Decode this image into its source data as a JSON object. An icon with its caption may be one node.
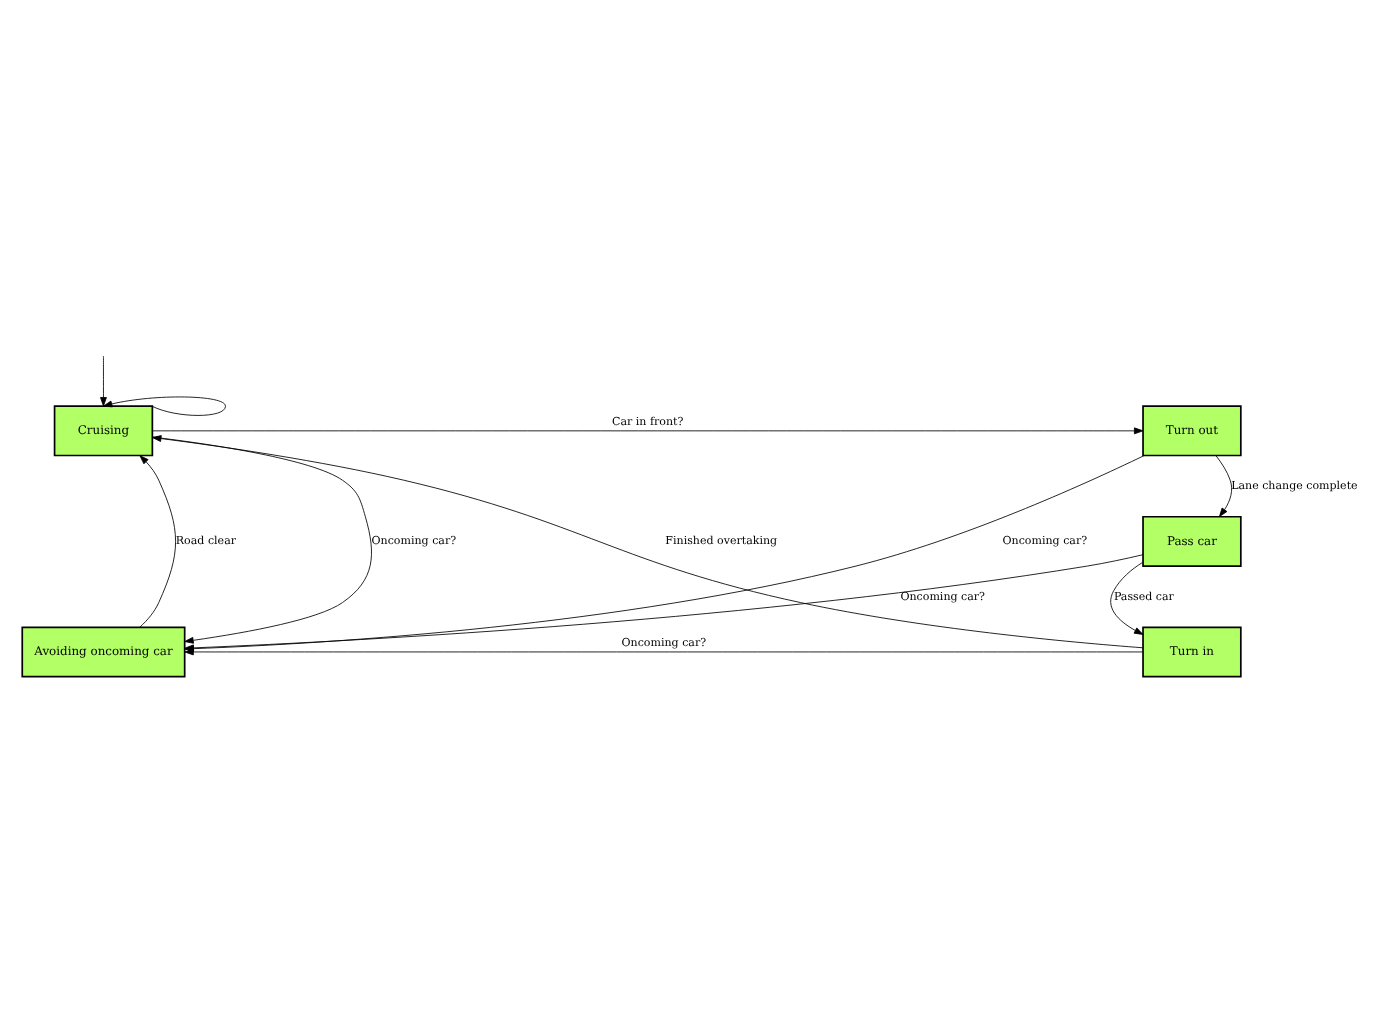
{
  "diagram": {
    "nodes": [
      {
        "text": [
          "Cruising"
        ]
      },
      {
        "text": [
          "Turn out"
        ]
      },
      {
        "text": [
          "Pass car"
        ]
      },
      {
        "text": [
          "Avoiding oncoming car"
        ]
      },
      {
        "text": [
          "Turn in"
        ]
      }
    ],
    "edges": [
      {
        "from": null,
        "to": 0,
        "arrow": "to"
      },
      {
        "from": 0,
        "to": 0,
        "arrow": "to"
      },
      {
        "from": 0,
        "to": 1,
        "arrow": "to",
        "label": "Car in front?"
      },
      {
        "from": 0,
        "to": 3,
        "arrow": "to",
        "label": "Oncoming car?"
      },
      {
        "from": 3,
        "to": 0,
        "arrow": "to",
        "label": "Road clear"
      },
      {
        "from": 1,
        "to": 2,
        "arrow": "to",
        "label": "Lane change complete"
      },
      {
        "from": 1,
        "to": 3,
        "arrow": "to",
        "label": "Oncoming car?"
      },
      {
        "from": 2,
        "to": 3,
        "arrow": "to",
        "label": "Oncoming car?"
      },
      {
        "from": 2,
        "to": 4,
        "arrow": "to",
        "label": "Passed car"
      },
      {
        "from": 4,
        "to": 3,
        "arrow": "to",
        "label": "Oncoming car?"
      },
      {
        "from": 4,
        "to": 0,
        "arrow": "to",
        "label": "Finished overtaking"
      }
    ]
  }
}
